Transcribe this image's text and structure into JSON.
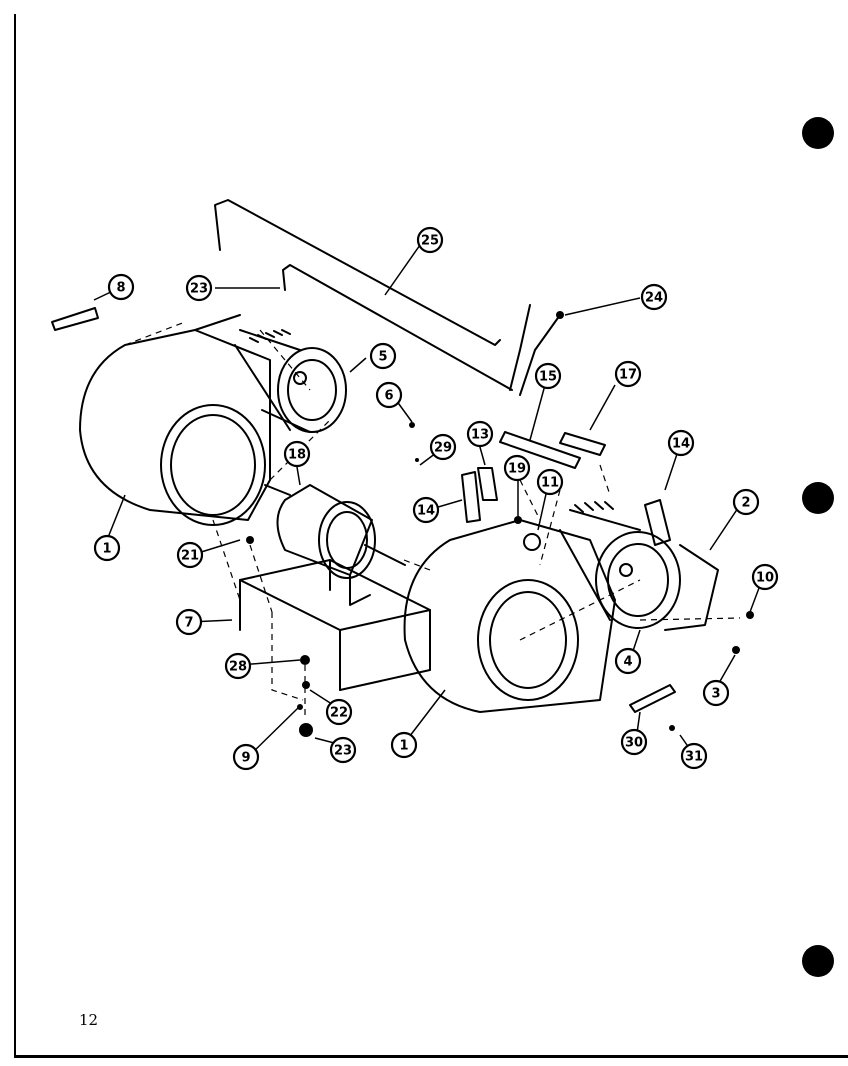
{
  "page_number": "12",
  "callouts": [
    {
      "id": "c1a",
      "label": "1"
    },
    {
      "id": "c1b",
      "label": "1"
    },
    {
      "id": "c2",
      "label": "2"
    },
    {
      "id": "c3",
      "label": "3"
    },
    {
      "id": "c4",
      "label": "4"
    },
    {
      "id": "c5",
      "label": "5"
    },
    {
      "id": "c6",
      "label": "6"
    },
    {
      "id": "c7",
      "label": "7"
    },
    {
      "id": "c8",
      "label": "8"
    },
    {
      "id": "c9",
      "label": "9"
    },
    {
      "id": "c10",
      "label": "10"
    },
    {
      "id": "c11",
      "label": "11"
    },
    {
      "id": "c13",
      "label": "13"
    },
    {
      "id": "c14a",
      "label": "14"
    },
    {
      "id": "c14b",
      "label": "14"
    },
    {
      "id": "c15",
      "label": "15"
    },
    {
      "id": "c17",
      "label": "17"
    },
    {
      "id": "c18",
      "label": "18"
    },
    {
      "id": "c19",
      "label": "19"
    },
    {
      "id": "c21",
      "label": "21"
    },
    {
      "id": "c22",
      "label": "22"
    },
    {
      "id": "c23a",
      "label": "23"
    },
    {
      "id": "c23b",
      "label": "23"
    },
    {
      "id": "c24",
      "label": "24"
    },
    {
      "id": "c25",
      "label": "25"
    },
    {
      "id": "c28",
      "label": "28"
    },
    {
      "id": "c29",
      "label": "29"
    },
    {
      "id": "c30",
      "label": "30"
    },
    {
      "id": "c31",
      "label": "31"
    }
  ]
}
